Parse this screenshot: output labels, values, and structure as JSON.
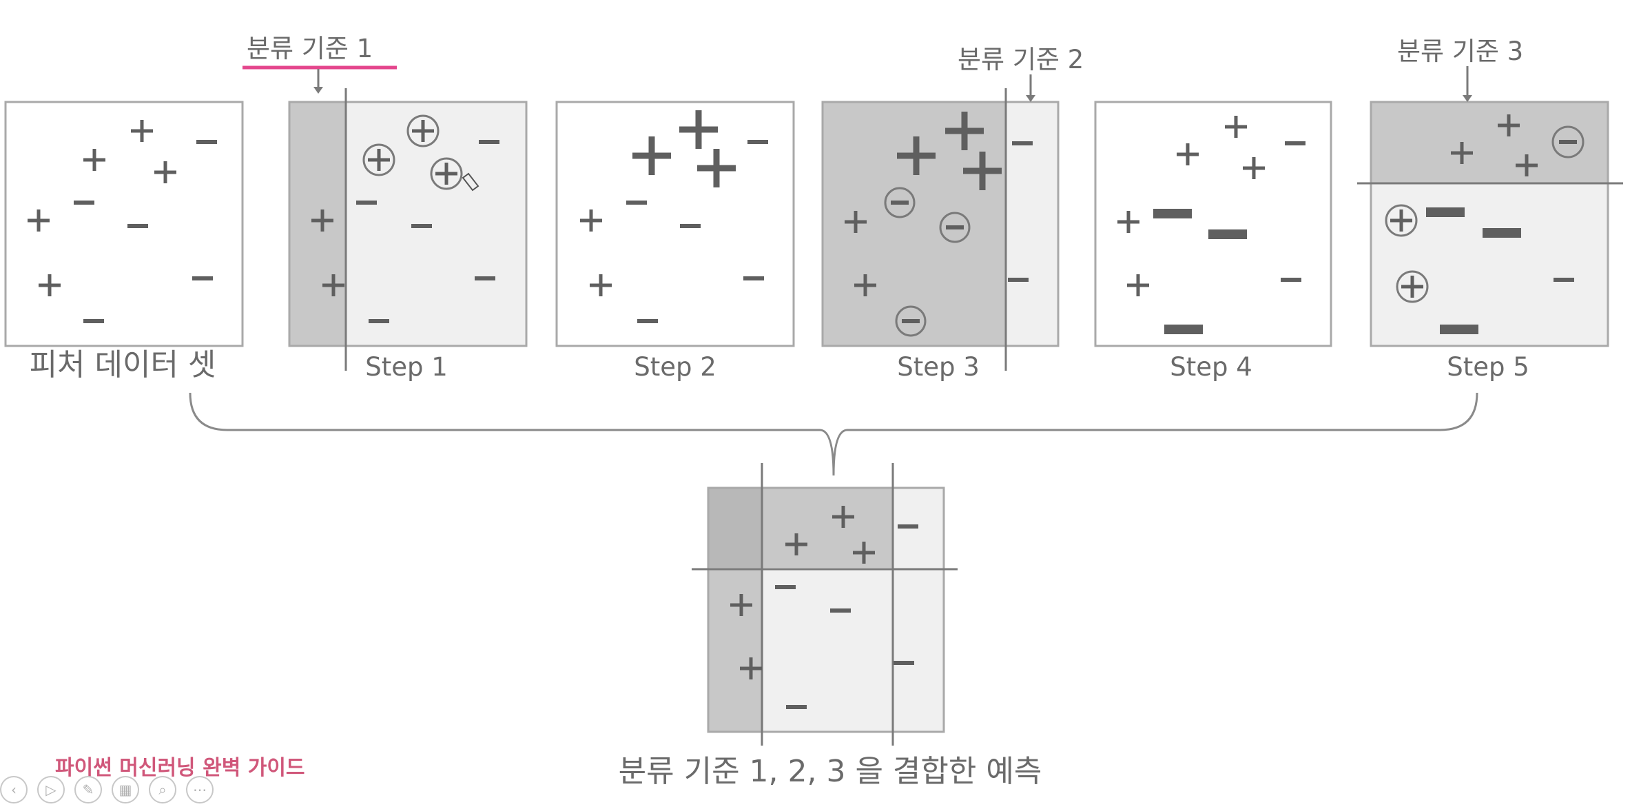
{
  "criteria": {
    "c1": "분류 기준 1",
    "c2": "분류 기준 2",
    "c3": "분류 기준 3"
  },
  "captions": {
    "dataset": "피처 데이터 셋",
    "step1": "Step 1",
    "step2": "Step 2",
    "step3": "Step 3",
    "step4": "Step 4",
    "step5": "Step 5"
  },
  "final_caption": "분류 기준 1, 2, 3 을 결합한 예측",
  "guide_label": "파이썬 머신러닝 완벽 가이드",
  "toolbar": {
    "icons": [
      "back-icon",
      "play-icon",
      "pen-icon",
      "slides-icon",
      "zoom-icon",
      "more-icon"
    ],
    "glyphs": [
      "‹",
      "▷",
      "✎",
      "▦",
      "⌕",
      "⋯"
    ]
  },
  "colors": {
    "frame": "#a9a9a9",
    "mark": "#5f5f5f",
    "shade_dark": "#c8c8c8",
    "shade_light": "#f0f0f0",
    "shade_darker": "#b8b8b8",
    "highlight": "#e4468c"
  }
}
